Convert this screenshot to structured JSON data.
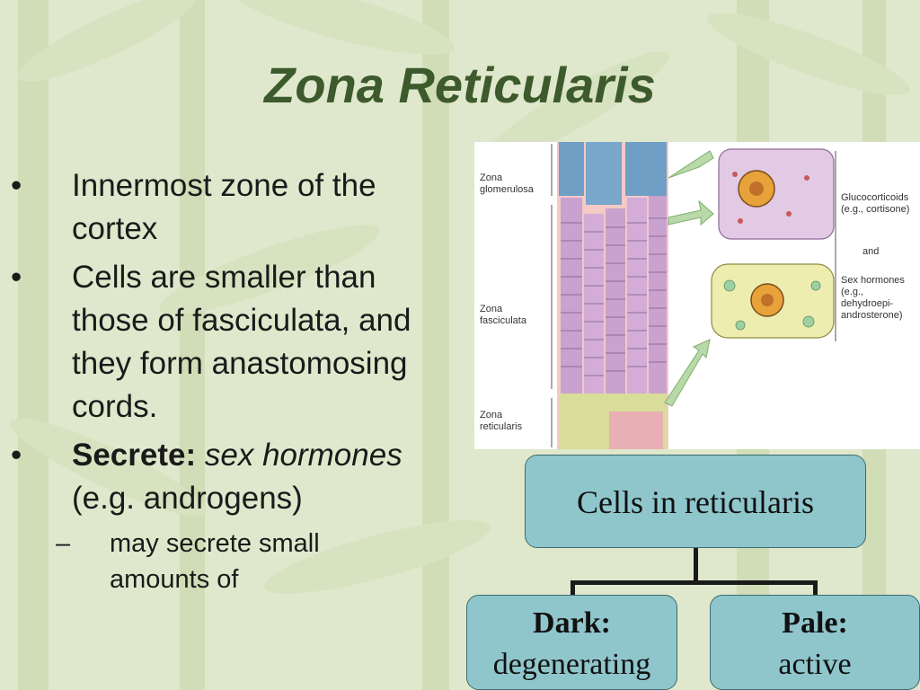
{
  "slide": {
    "title": "Zona Reticularis",
    "bullets": [
      {
        "text": "Innermost zone of the cortex"
      },
      {
        "text": "Cells are smaller than those of fasciculata, and they form anastomosing cords."
      },
      {
        "bold": "Secrete:",
        "italic": "sex hormones",
        "rest": "(e.g. androgens)"
      }
    ],
    "sub_bullet": "may secrete small amounts of",
    "bullet_symbol": "•",
    "sub_symbol": "–"
  },
  "figure": {
    "labels": {
      "glomerulosa": "Zona glomerulosa",
      "fasciculata": "Zona fasciculata",
      "reticularis": "Zona reticularis",
      "glucocorticoids": "Glucocorticoids (e.g., cortisone)",
      "and": "and",
      "sex_hormones": "Sex hormones (e.g., dehydroepi- androsterone)"
    }
  },
  "diagram": {
    "top": "Cells in reticularis",
    "left_title": "Dark:",
    "left_sub": "degenerating",
    "right_title": "Pale:",
    "right_sub": "active"
  },
  "colors": {
    "background": "#dfe8cc",
    "title": "#3d5a2c",
    "box_fill": "#8fc6cc"
  }
}
